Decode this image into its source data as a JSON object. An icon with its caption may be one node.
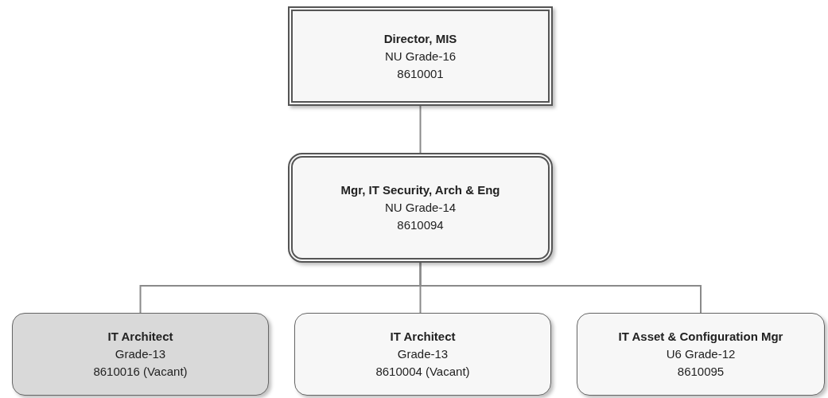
{
  "diagram": {
    "nodes": [
      {
        "text": [
          "Director, MIS",
          "NU Grade-16",
          "8610001"
        ]
      },
      {
        "text": [
          "Mgr, IT Security, Arch & Eng",
          "NU Grade-14",
          "8610094"
        ]
      },
      {
        "text": [
          "IT Architect",
          "Grade-13",
          "8610016 (Vacant)"
        ]
      },
      {
        "text": [
          "IT Architect",
          "Grade-13",
          "8610004 (Vacant)"
        ]
      },
      {
        "text": [
          "IT Asset & Configuration Mgr",
          "U6 Grade-12",
          "8610095"
        ]
      }
    ],
    "edges": [
      {
        "from": 0,
        "to": 1,
        "arrow": "none"
      },
      {
        "from": 1,
        "to": 2,
        "arrow": "none"
      },
      {
        "from": 1,
        "to": 3,
        "arrow": "none"
      },
      {
        "from": 1,
        "to": 4,
        "arrow": "none"
      }
    ]
  }
}
